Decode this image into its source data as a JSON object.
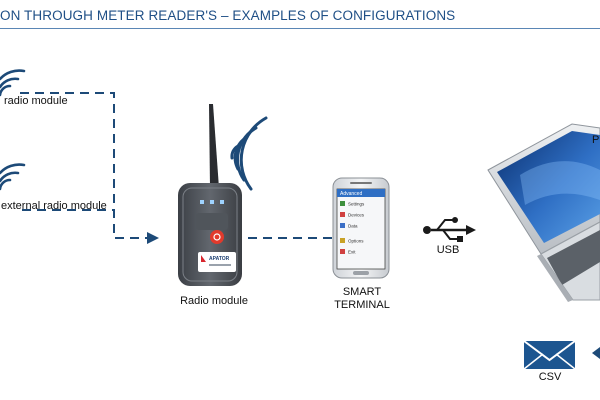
{
  "diagram": {
    "title": "ON THROUGH METER READER'S – EXAMPLES OF CONFIGURATIONS",
    "labels": {
      "radio_module_top": "radio module",
      "external_radio_module": "external radio module",
      "radio_module_center": "Radio module",
      "smart_terminal_line1": "SMART",
      "smart_terminal_line2": "TERMINAL",
      "usb": "USB",
      "csv": "CSV",
      "laptop_partial": "P"
    },
    "device_brand": "APATOR",
    "phone_menu": [
      "Advanced",
      "Settings",
      "Devices",
      "Data",
      "Options",
      "Exit"
    ]
  },
  "colors": {
    "title": "#1f4f86",
    "dashed_line": "#1d4a78",
    "arrow": "#1d4a78",
    "envelope": "#1c5590"
  }
}
